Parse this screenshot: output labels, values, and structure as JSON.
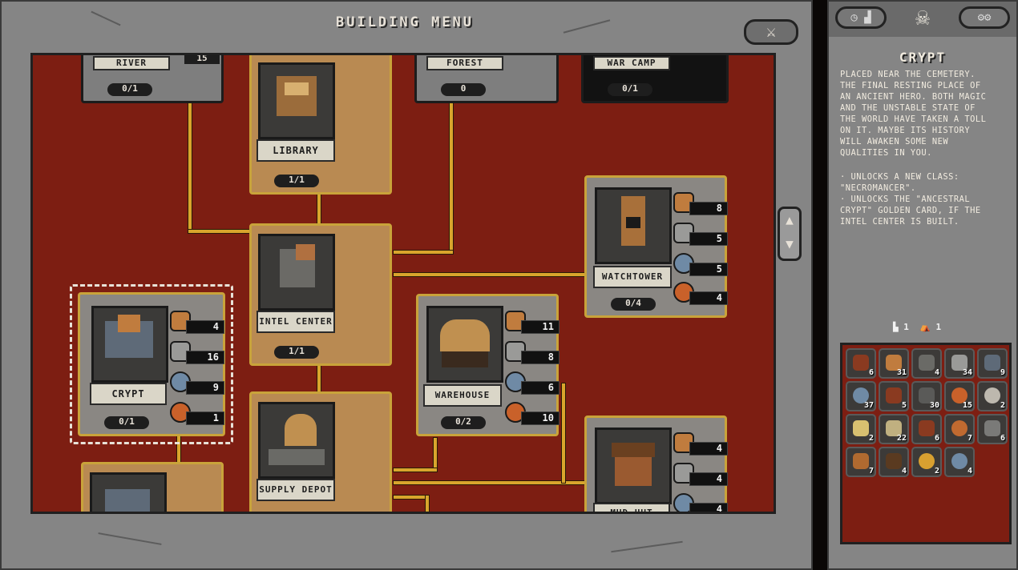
{
  "window": {
    "title": "BUILDING MENU",
    "close_glyph": "⚔"
  },
  "buildings": [
    {
      "id": "river",
      "name": "RIVER",
      "count": "0/1",
      "extra": "15"
    },
    {
      "id": "library",
      "name": "LIBRARY",
      "count": "1/1"
    },
    {
      "id": "forest",
      "name": "FOREST",
      "count": "0"
    },
    {
      "id": "war-camp",
      "name": "WAR CAMP",
      "count": "0/1"
    },
    {
      "id": "intel-center",
      "name": "INTEL CENTER",
      "count": "1/1"
    },
    {
      "id": "watchtower",
      "name": "WATCHTOWER",
      "count": "0/4",
      "costs": [
        "8",
        "5",
        "5",
        "4"
      ]
    },
    {
      "id": "crypt",
      "name": "CRYPT",
      "count": "0/1",
      "costs": [
        "4",
        "16",
        "9",
        "1"
      ]
    },
    {
      "id": "warehouse",
      "name": "WAREHOUSE",
      "count": "0/2",
      "costs": [
        "11",
        "8",
        "6",
        "10"
      ]
    },
    {
      "id": "supply-depot",
      "name": "SUPPLY DEPOT"
    },
    {
      "id": "mud-hut",
      "name": "MUD HUT",
      "costs": [
        "4",
        "4",
        "4"
      ]
    }
  ],
  "info": {
    "title": "CRYPT",
    "description": "PLACED NEAR THE CEMETERY.\nTHE FINAL RESTING PLACE OF\nAN ANCIENT HERO. BOTH MAGIC\nAND THE UNSTABLE STATE OF\nTHE WORLD HAVE TAKEN A TOLL\nON IT. MAYBE ITS HISTORY\nWILL AWAKEN SOME NEW\nQUALITIES IN YOU.",
    "bullet1": "· UNLOCKS A NEW CLASS:\n\"NECROMANCER\".",
    "bullet2": "· UNLOCKS THE \"ANCESTRAL\nCRYPT\" GOLDEN CARD, IF THE\nINTEL CENTER IS BUILT."
  },
  "stats": {
    "buildings": "1",
    "camp": "1"
  },
  "inventory": [
    "6",
    "31",
    "4",
    "34",
    "9",
    "37",
    "5",
    "30",
    "15",
    "2",
    "2",
    "22",
    "6",
    "7",
    "6",
    "7",
    "4",
    "2",
    "4"
  ],
  "colors": {
    "board": "#7d1e12",
    "gold": "#d9a52c",
    "frame": "#858585"
  }
}
